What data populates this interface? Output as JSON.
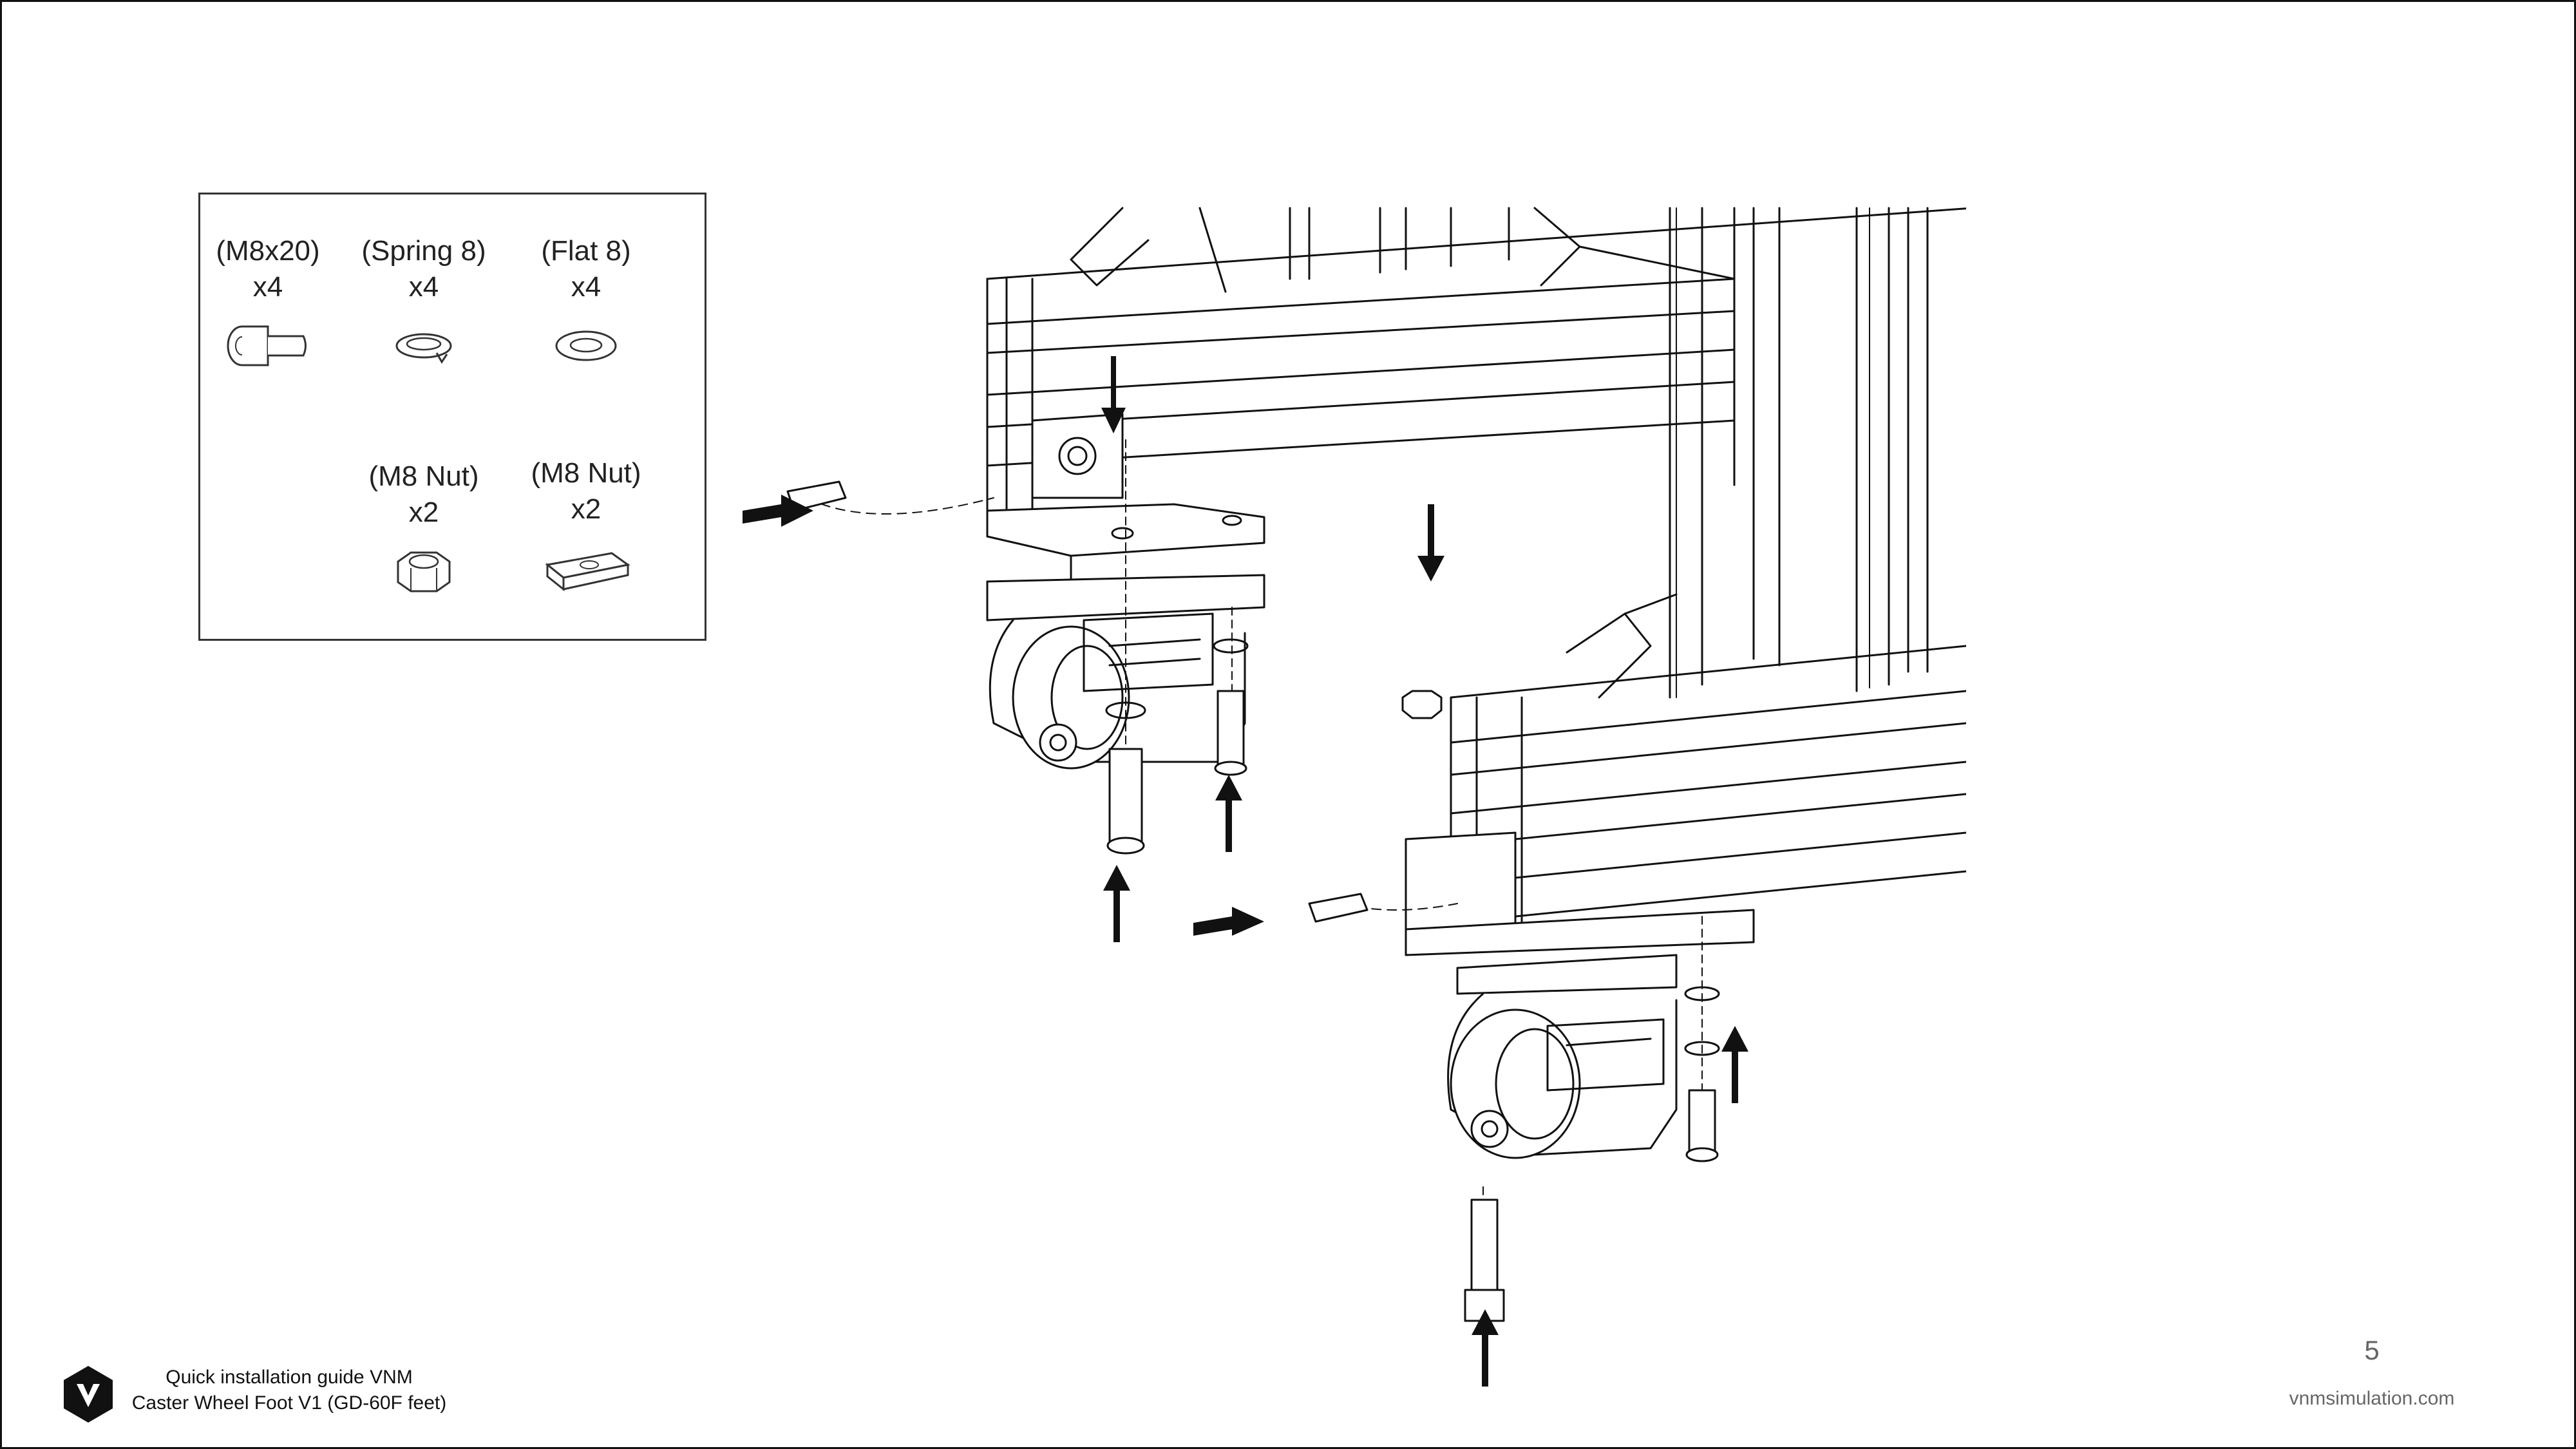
{
  "parts": [
    {
      "name": "(M8x20)",
      "qty": "x4",
      "icon": "cap-screw-icon"
    },
    {
      "name": "(Spring 8)",
      "qty": "x4",
      "icon": "spring-washer-icon"
    },
    {
      "name": "(Flat 8)",
      "qty": "x4",
      "icon": "flat-washer-icon"
    },
    {
      "name": "(M8 Nut)",
      "qty": "x2",
      "icon": "hex-nut-icon"
    },
    {
      "name": "(M8 Nut)",
      "qty": "x2",
      "icon": "t-slot-nut-icon"
    }
  ],
  "footer": {
    "title_line1": "Quick installation guide VNM",
    "title_line2": "Caster Wheel Foot V1 (GD-60F feet)",
    "page_number": "5",
    "website": "vnmsimulation.com"
  }
}
